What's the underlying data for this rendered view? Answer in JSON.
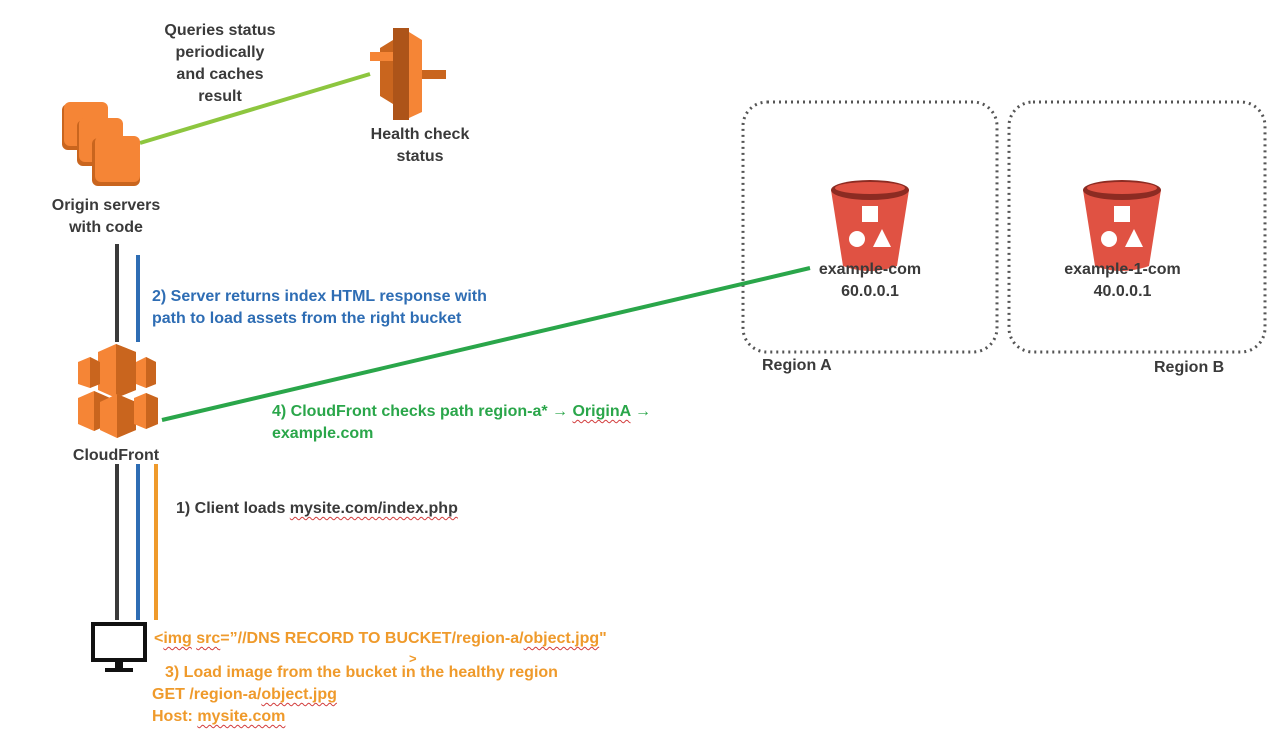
{
  "health_check": {
    "note": [
      "Queries status",
      "periodically",
      "and caches",
      "result"
    ],
    "label": [
      "Health check",
      "status"
    ]
  },
  "origin": {
    "label": [
      "Origin servers",
      "with code"
    ]
  },
  "cloudfront": {
    "label": "CloudFront"
  },
  "step2": {
    "lines": [
      "2) Server returns index HTML response with",
      "path to load assets from the right bucket"
    ]
  },
  "step4": {
    "line1_a": "4) CloudFront checks path region-a* → ",
    "line1_b": "OriginA",
    "line1_c": " →",
    "line2": "example.com"
  },
  "step1": {
    "prefix": "1) Client loads ",
    "link": "mysite.com/index.php"
  },
  "img_tag": {
    "a": "<",
    "b": "img",
    "c": " ",
    "d": "src",
    "e": "=”//DNS RECORD TO BUCKET/region-a/",
    "f": "object.jpg",
    "g": "\"",
    "close": ">"
  },
  "step3": {
    "line1": "3) Load image from the bucket in the healthy region",
    "line2_a": "GET /region-a/",
    "line2_b": "object.jpg",
    "line3_a": "Host: ",
    "line3_b": "mysite.com"
  },
  "region_a": {
    "name": "Region A",
    "bucket": "example-com",
    "ip": "60.0.0.1"
  },
  "region_b": {
    "name": "Region B",
    "bucket": "example-1-com",
    "ip": "40.0.0.1"
  },
  "colors": {
    "aws_orange": "#f58536",
    "s3_red": "#e05243",
    "healthcheck_line": "#8dc63f",
    "route_green": "#2aa64a",
    "response_blue": "#2e6db4",
    "request_orange": "#ef9a2b",
    "connector_dark": "#3a3a3a"
  }
}
